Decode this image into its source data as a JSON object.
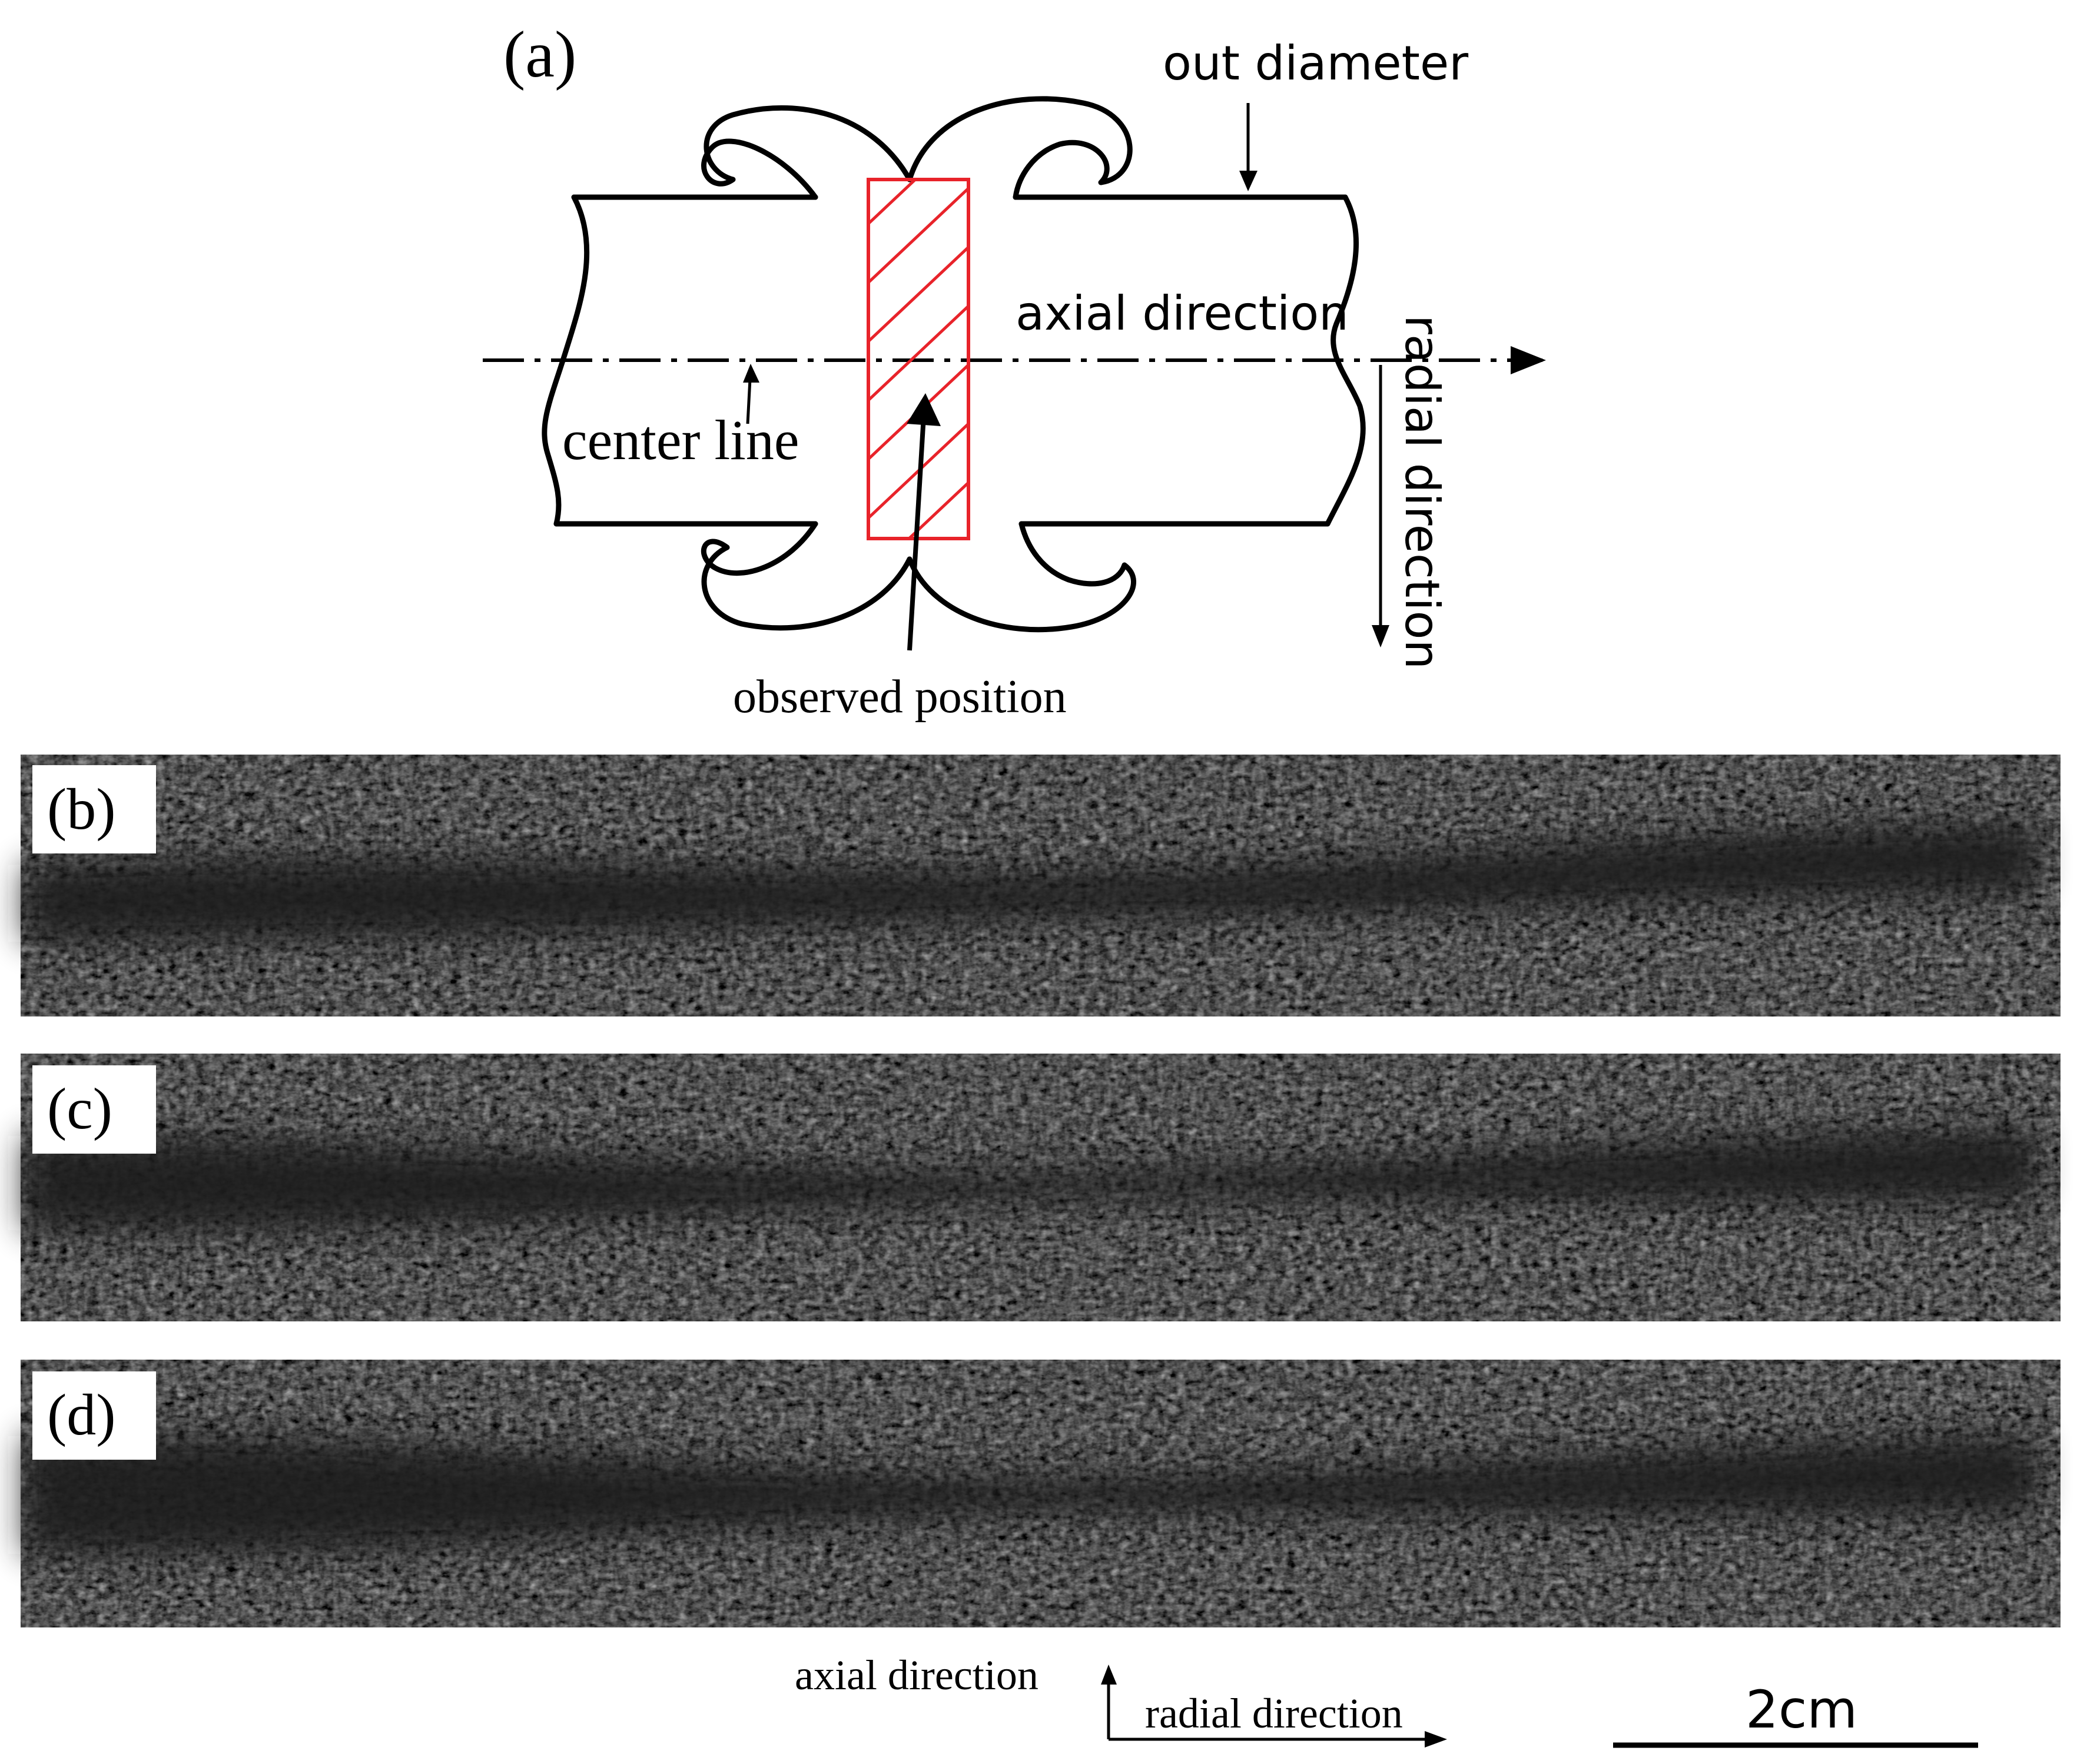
{
  "panel_a": {
    "label": "(a)",
    "out_diameter": "out diameter",
    "axial_direction": "axial direction",
    "radial_direction": "radial direction",
    "center_line": "center line",
    "observed_position": "observed position",
    "hatch_color": "#e8232a"
  },
  "panels": [
    {
      "label": "(b)"
    },
    {
      "label": "(c)"
    },
    {
      "label": "(d)"
    }
  ],
  "bottom": {
    "axial_direction": "axial direction",
    "radial_direction": "radial direction",
    "scale_bar": "2cm"
  },
  "colors": {
    "micrograph_base": "#3a3a3a",
    "band": "#242424"
  }
}
